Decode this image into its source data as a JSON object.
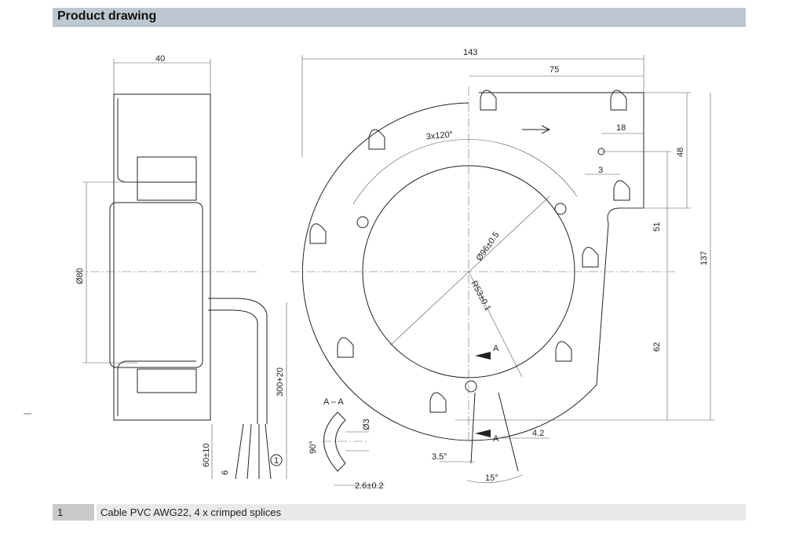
{
  "header": {
    "title": "Product drawing"
  },
  "dimensions": {
    "side_width": "40",
    "diameter_80": "Ø80",
    "cable_length": "300+20",
    "splice_length": "60±10",
    "splice_pitch": "6",
    "callout": "1",
    "total_width": "143",
    "half_width": "75",
    "offset_18": "18",
    "hole_3": "3",
    "height_48": "48",
    "height_51": "51",
    "height_137": "137",
    "height_62": "62",
    "holes": "3x120°",
    "inner_diameter": "Ø96±0.5",
    "radius": "R53±0.1",
    "section_mark": "A",
    "section_title": "A – A",
    "angle_90": "90°",
    "hole_dia": "Ø3",
    "thickness": "2.6±0.2",
    "angle_3_5": "3.5°",
    "angle_15": "15°",
    "width_4_2": "4.2"
  },
  "legend": [
    {
      "number": "1",
      "description": "Cable PVC AWG22, 4 x crimped splices"
    }
  ]
}
